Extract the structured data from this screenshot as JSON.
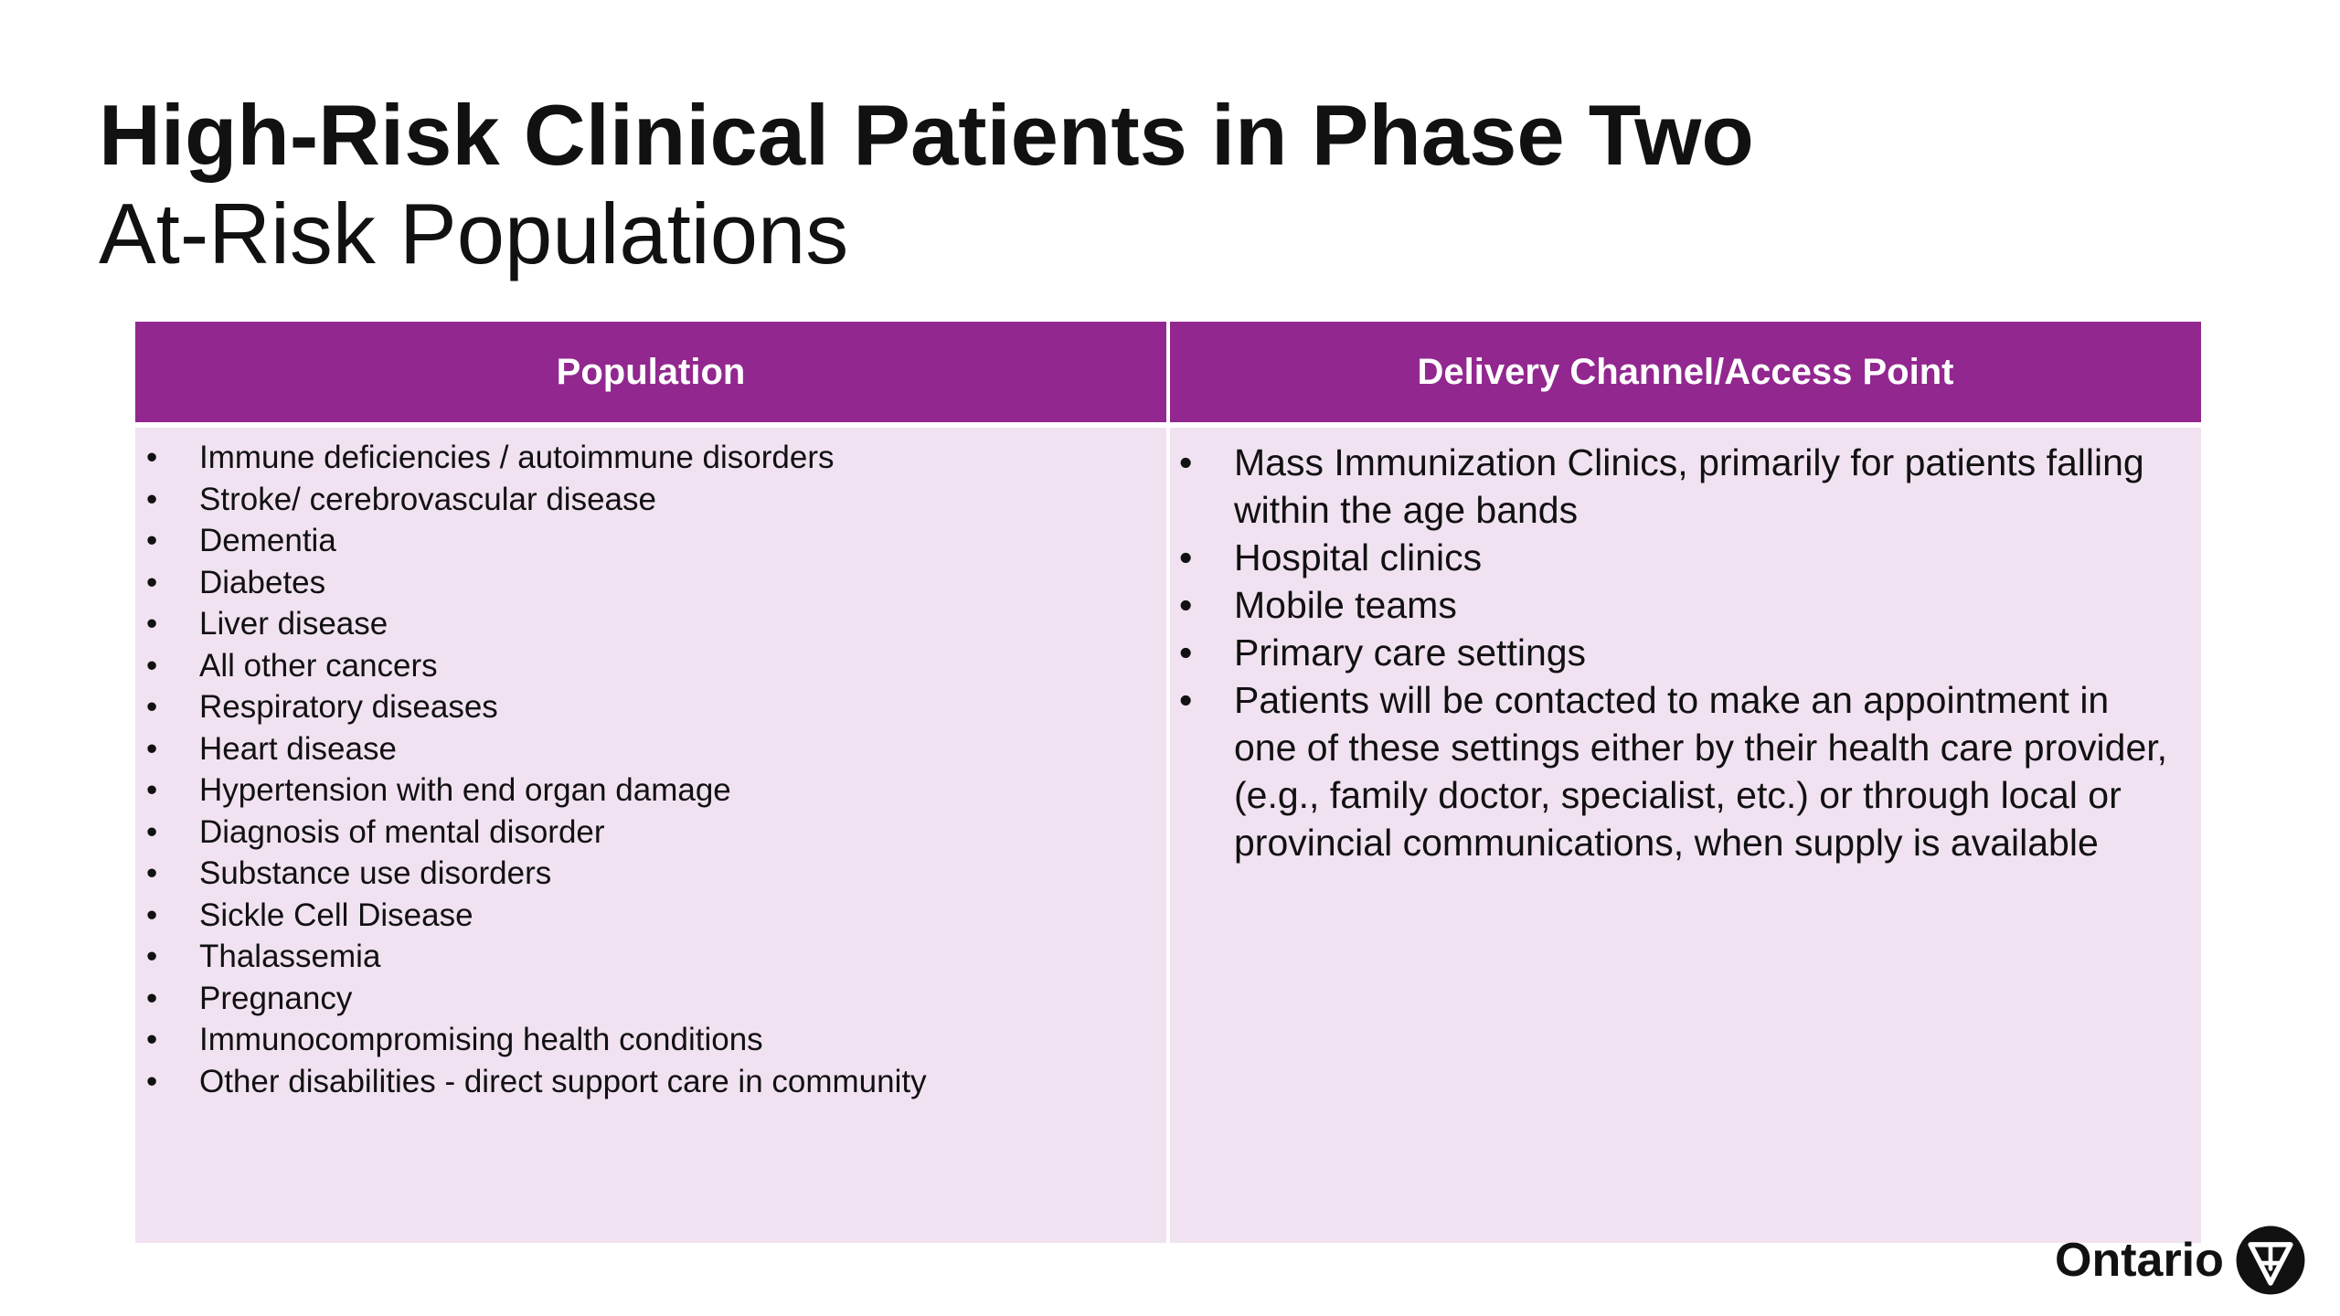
{
  "slide": {
    "title": "High-Risk Clinical Patients in Phase Two",
    "subtitle": "At-Risk Populations"
  },
  "table": {
    "headers": [
      "Population",
      "Delivery Channel/Access Point"
    ],
    "population_items": [
      "Immune deficiencies / autoimmune disorders",
      "Stroke/ cerebrovascular disease",
      "Dementia",
      "Diabetes",
      "Liver disease",
      "All other cancers",
      "Respiratory diseases",
      "Heart disease",
      "Hypertension with end organ damage",
      "Diagnosis of mental disorder",
      "Substance use disorders",
      "Sickle Cell Disease",
      "Thalassemia",
      "Pregnancy",
      "Immunocompromising health conditions",
      "Other disabilities - direct support care in community"
    ],
    "delivery_items": [
      "Mass Immunization Clinics, primarily for patients falling within the age bands",
      "Hospital clinics",
      "Mobile teams",
      "Primary care settings",
      "Patients will be contacted to make an appointment in one of these settings either by their health care provider, (e.g., family doctor, specialist, etc.) or through local or provincial communications, when supply is available"
    ],
    "bullet": "•"
  },
  "logo": {
    "text": "Ontario",
    "icon": "ontario-trillium-icon"
  },
  "colors": {
    "header_bg": "#92278f",
    "cell_bg": "#f1e2f1",
    "text": "#111111"
  }
}
